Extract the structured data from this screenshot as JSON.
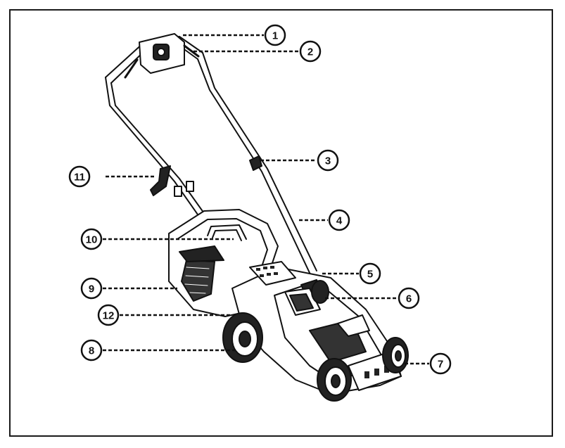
{
  "figure": {
    "subject": "lawn-mower",
    "callouts": [
      {
        "id": "1",
        "label": "1"
      },
      {
        "id": "2",
        "label": "2"
      },
      {
        "id": "3",
        "label": "3"
      },
      {
        "id": "4",
        "label": "4"
      },
      {
        "id": "5",
        "label": "5"
      },
      {
        "id": "6",
        "label": "6"
      },
      {
        "id": "7",
        "label": "7"
      },
      {
        "id": "8",
        "label": "8"
      },
      {
        "id": "9",
        "label": "9"
      },
      {
        "id": "10",
        "label": "10"
      },
      {
        "id": "11",
        "label": "11"
      },
      {
        "id": "12",
        "label": "12"
      }
    ]
  }
}
